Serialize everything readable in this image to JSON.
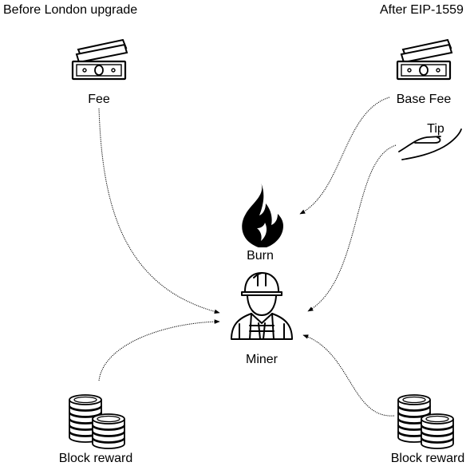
{
  "header": {
    "left_title": "Before London upgrade",
    "right_title": "After EIP-1559"
  },
  "nodes": {
    "fee": "Fee",
    "base_fee": "Base Fee",
    "tip": "Tip",
    "burn": "Burn",
    "miner": "Miner",
    "block_reward_left": "Block reward",
    "block_reward_right": "Block reward"
  },
  "icons": {
    "fee": "banknote-stack-icon",
    "base_fee": "banknote-stack-icon",
    "tip": "hand-icon",
    "burn": "fire-icon",
    "miner": "miner-worker-icon",
    "block_reward": "coin-stack-icon"
  },
  "colors": {
    "ink": "#000000",
    "background": "#ffffff"
  }
}
